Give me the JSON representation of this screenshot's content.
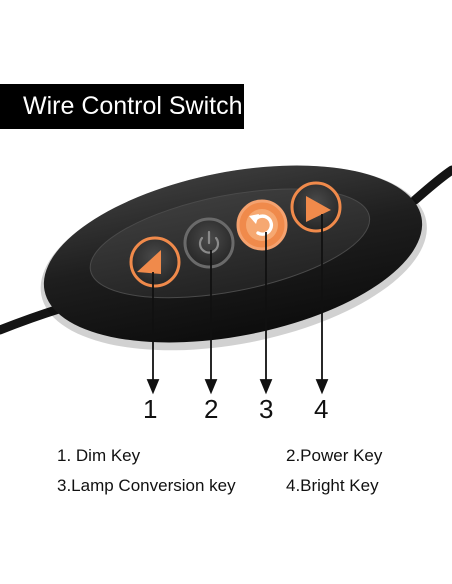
{
  "title": "Wire Control Switch",
  "numbers": [
    "1",
    "2",
    "3",
    "4"
  ],
  "legend": {
    "item1": "1. Dim Key",
    "item2": "2.Power Key",
    "item3": "3.Lamp Conversion key",
    "item4": "4.Bright Key"
  },
  "colors": {
    "accent": "#f08a4b",
    "body": "#1b1b1b",
    "panel": "#2d2d2d"
  },
  "icons": [
    "triangle-left-icon",
    "power-icon",
    "cycle-icon",
    "triangle-right-icon"
  ]
}
